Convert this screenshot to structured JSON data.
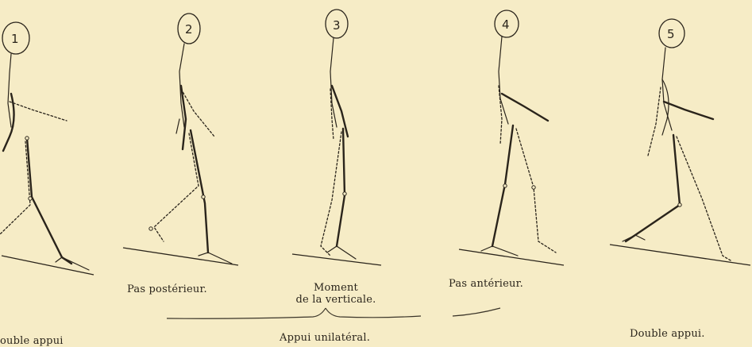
{
  "figures": [
    {
      "number": "1"
    },
    {
      "number": "2"
    },
    {
      "number": "3"
    },
    {
      "number": "4"
    },
    {
      "number": "5"
    }
  ],
  "captions": {
    "fig1": "ouble appui",
    "fig2": "Pas postérieur.",
    "fig3_line1": "Moment",
    "fig3_line2": "de la verticale.",
    "fig4": "Pas antérieur.",
    "fig5": "Double appui.",
    "bracket": "Appui unilatéral."
  }
}
